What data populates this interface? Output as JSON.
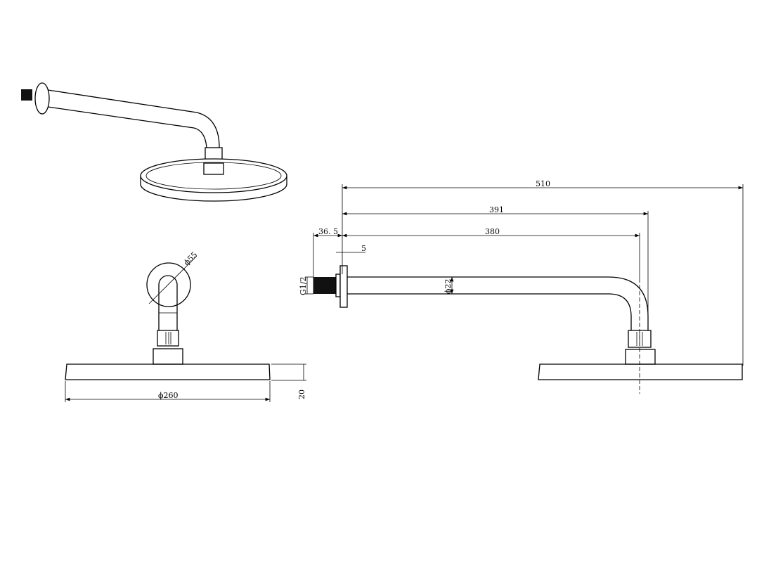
{
  "title": "Shower head with wall arm - dimension drawing",
  "dimensions": {
    "overall_length": "510",
    "arm_to_center": "391",
    "arm_length": "380",
    "thread_length": "36. 5",
    "flange_thickness": "5",
    "thread_size": "G1/2",
    "arm_diameter": "ϕ22",
    "flange_diameter": "ϕ55",
    "head_diameter": "ϕ260",
    "head_thickness": "20"
  },
  "colors": {
    "line": "#000000",
    "background": "#ffffff"
  }
}
